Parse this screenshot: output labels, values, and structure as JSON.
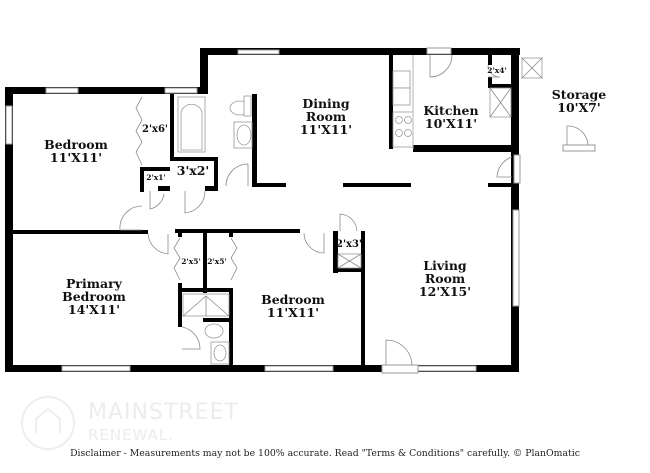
{
  "floorplan": {
    "rooms": [
      {
        "id": "bedroom-1",
        "name": "Bedroom",
        "size": "11'X11'"
      },
      {
        "id": "dining-room",
        "name": "Dining Room",
        "name_lines": [
          "Dining",
          "Room"
        ],
        "size": "11'X11'"
      },
      {
        "id": "kitchen",
        "name": "Kitchen",
        "size": "10'X11'"
      },
      {
        "id": "storage",
        "name": "Storage",
        "size": "10'X7'"
      },
      {
        "id": "primary-bedroom",
        "name": "Primary Bedroom",
        "name_lines": [
          "Primary",
          "Bedroom"
        ],
        "size": "14'X11'"
      },
      {
        "id": "bedroom-2",
        "name": "Bedroom",
        "size": "11'X11'"
      },
      {
        "id": "living-room",
        "name": "Living Room",
        "name_lines": [
          "Living",
          "Room"
        ],
        "size": "12'X15'"
      }
    ],
    "closets": [
      {
        "id": "closet-bedroom-1",
        "size": "2'x6'"
      },
      {
        "id": "closet-hall-small",
        "size": "2'x1'"
      },
      {
        "id": "closet-hall-linen",
        "size": "3'x2'"
      },
      {
        "id": "closet-kitchen-pantry",
        "size": "2'x4'"
      },
      {
        "id": "closet-primary",
        "size": "2'x5'"
      },
      {
        "id": "closet-bedroom-2",
        "size": "2'x5'"
      },
      {
        "id": "closet-living",
        "size": "2'x3'"
      }
    ],
    "colors": {
      "wall": "#000000",
      "window": "#9a9a9a",
      "door_swing": "#8a8a8a"
    }
  },
  "branding": {
    "logo_main": "MAINSTREET",
    "logo_sub": "RENEWAL."
  },
  "footer": {
    "disclaimer": "Disclaimer - Measurements may not be 100% accurate. Read \"Terms & Conditions\" carefully. © PlanOmatic"
  }
}
